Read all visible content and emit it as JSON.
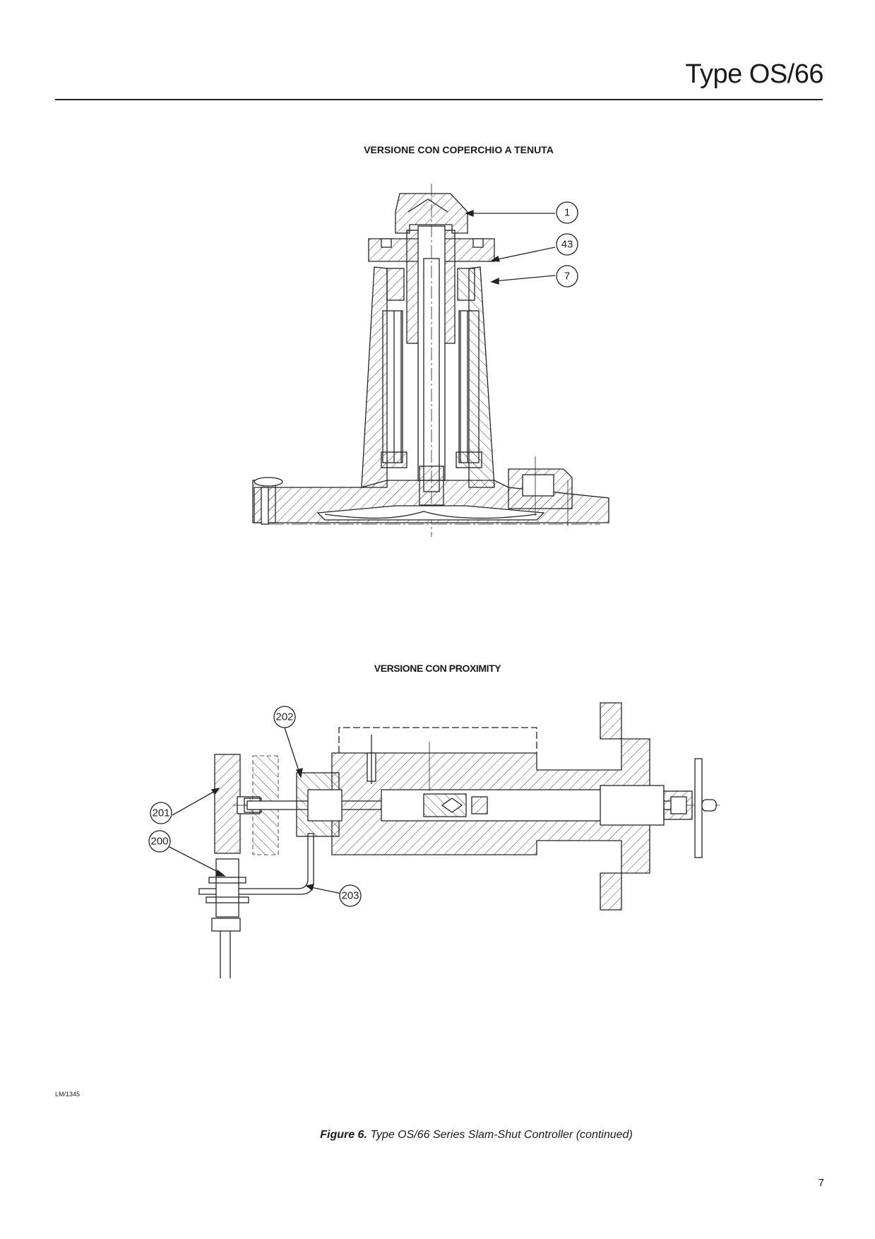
{
  "header": {
    "title": "Type OS/66"
  },
  "figure_top": {
    "title": "VERSIONE CON COPERCHIO A TENUTA",
    "callouts": [
      "1",
      "43",
      "7"
    ]
  },
  "figure_bottom": {
    "title": "VERSIONE CON PROXIMITY",
    "callouts": [
      "202",
      "201",
      "200",
      "203"
    ]
  },
  "footer": {
    "code": "LM/1345",
    "caption_label": "Figure 6.",
    "caption_text": " Type OS/66 Series Slam-Shut Controller (continued)",
    "page_number": "7"
  }
}
